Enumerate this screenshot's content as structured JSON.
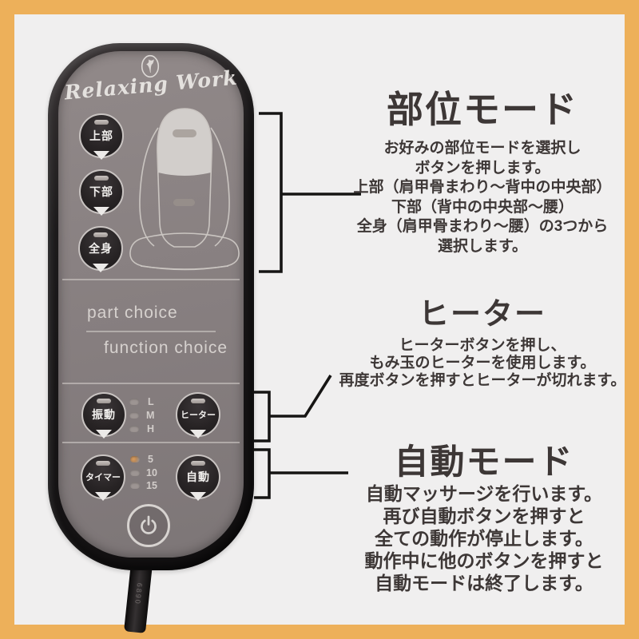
{
  "colors": {
    "frame_border": "#edb05a",
    "background": "#f0efef",
    "faceplate": "#867e7f",
    "body_black": "#1d1b1c",
    "text_dark": "#3d3736",
    "callout_black": "#161514"
  },
  "icons": {
    "brand_emblem": "person-in-oval-emblem",
    "power": "power-icon",
    "chevron": "chevron-down",
    "seat_graphic": "massage-seat-outline"
  },
  "remote": {
    "brand": "Relaxing Work",
    "labels": {
      "part_choice": "part choice",
      "function_choice": "function choice"
    },
    "buttons": [
      {
        "id": "upper",
        "label": "上部"
      },
      {
        "id": "lower",
        "label": "下部"
      },
      {
        "id": "fullbody",
        "label": "全身"
      },
      {
        "id": "vibration",
        "label": "振動"
      },
      {
        "id": "heater",
        "label": "ヒーター"
      },
      {
        "id": "timer",
        "label": "タイマー"
      },
      {
        "id": "auto",
        "label": "自動"
      }
    ],
    "vibration_levels": [
      "L",
      "M",
      "H"
    ],
    "timer_levels": [
      "5",
      "10",
      "15"
    ],
    "cable_marking": "6890"
  },
  "sections": {
    "part_mode": {
      "title": "部位モード",
      "lines": [
        "お好みの部位モードを選択し",
        "ボタンを押します。",
        "上部（肩甲骨まわり～背中の中央部）",
        "下部（背中の中央部～腰）",
        "全身（肩甲骨まわり～腰）の3つから",
        "選択します。"
      ]
    },
    "heater": {
      "title": "ヒーター",
      "lines": [
        "ヒーターボタンを押し、",
        "もみ玉のヒーターを使用します。",
        "再度ボタンを押すとヒーターが切れます。"
      ]
    },
    "auto_mode": {
      "title": "自動モード",
      "lines": [
        "自動マッサージを行います。",
        "再び自動ボタンを押すと",
        "全ての動作が停止します。",
        "動作中に他のボタンを押すと",
        "自動モードは終了します。"
      ]
    }
  }
}
